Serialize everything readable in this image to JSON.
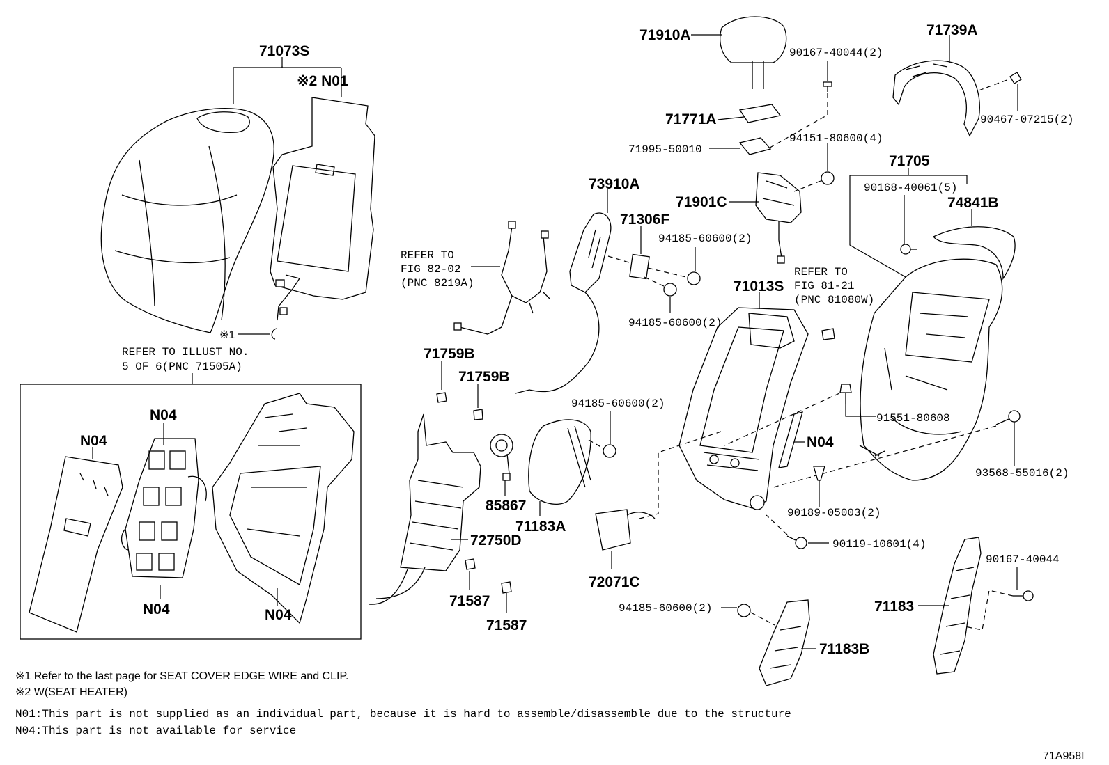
{
  "labels": {
    "seat_cover": "71073S",
    "heater": "※2 N01",
    "clip_note": "※1",
    "headrest": "71910A",
    "headrest_support": "71771A",
    "guide": "71995-50010",
    "screw_top": "90167-40044(2)",
    "nut_top": "94151-80600(4)",
    "cover_back_top": "71739A",
    "screw_upper_right": "90467-07215(2)",
    "lock": "71901C",
    "back_board": "71705",
    "screw_board": "90168-40061(5)",
    "ornament": "74841B",
    "airbag": "73910A",
    "bracket": "71306F",
    "nut_1": "94185-60600(2)",
    "nut_2": "94185-60600(2)",
    "frame": "71013S",
    "pad_a": "71759B",
    "pad_b": "71759B",
    "nut_3": "94185-60600(2)",
    "bolt_frame": "91551-80608",
    "n04_frame": "N04",
    "bolt_board": "93568-55016(2)",
    "clip_frame": "90189-05003(2)",
    "lumbar_motor": "85867",
    "side_pad": "71183A",
    "lumbar_support": "72750D",
    "bolt_lower": "90119-10601(4)",
    "screw_side": "90167-40044",
    "cushion_side": "71183",
    "sensor": "72071C",
    "stop_1": "71587",
    "stop_2": "71587",
    "nut_4": "94185-60600(2)",
    "side_cover": "71183B",
    "inset_n04_a": "N04",
    "inset_n04_b": "N04",
    "inset_n04_c": "N04",
    "inset_n04_d": "N04",
    "image_id": "71A958I"
  },
  "refs": {
    "wire_line1": "REFER TO",
    "wire_line2": "FIG 82-02",
    "wire_line3": "(PNC 8219A)",
    "frame_line1": "REFER TO",
    "frame_line2": "FIG 81-21",
    "frame_line3": "(PNC 81080W)",
    "inset_line1": "REFER TO ILLUST NO.",
    "inset_line2": "5 OF 6(PNC 71505A)"
  },
  "notes": {
    "n1": "※1 Refer to the last page for SEAT COVER EDGE WIRE and CLIP.",
    "n2": "※2 W(SEAT HEATER)",
    "n3": "N01:This part is not supplied as an individual part, because it is hard to assemble/disassemble due to the structure",
    "n4": "N04:This part is not available for service"
  }
}
